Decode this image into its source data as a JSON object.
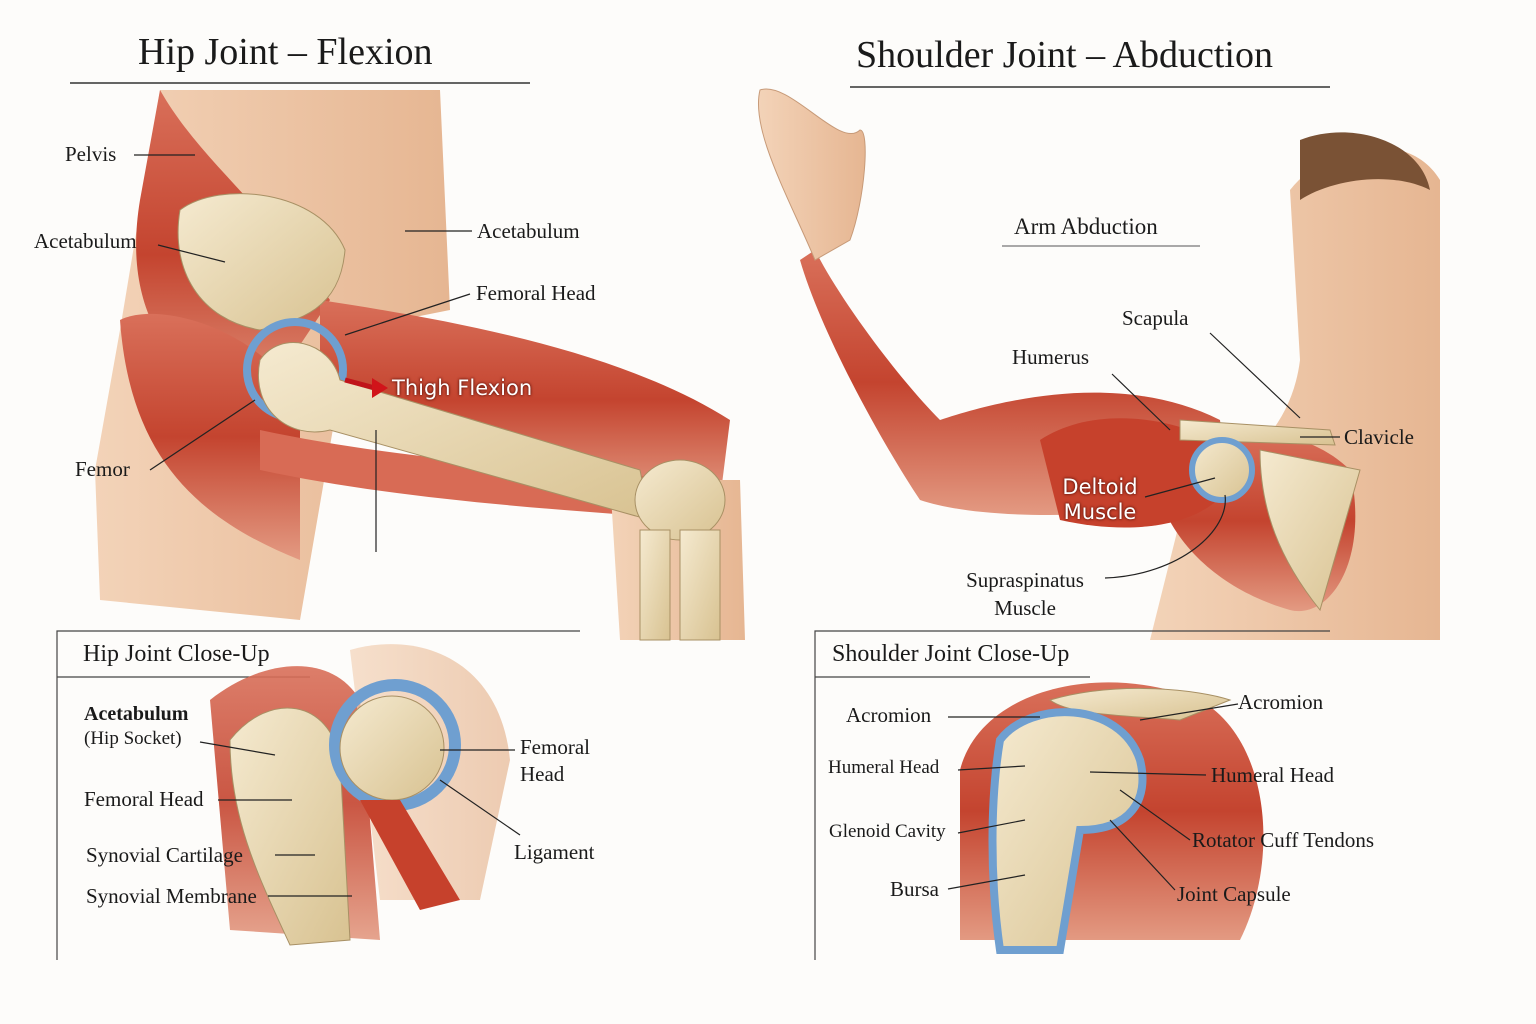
{
  "hip": {
    "title": "Hip Joint – Flexion",
    "labels": {
      "pelvis": "Pelvis",
      "acetabulum_left": "Acetabulum",
      "acetabulum_right": "Acetabulum",
      "femoral_head": "Femoral Head",
      "thigh_flexion": "Thigh Flexion",
      "femur": "Femor"
    },
    "closeup": {
      "title": "Hip Joint Close-Up",
      "acetabulum": "Acetabulum",
      "hip_socket": "(Hip Socket)",
      "femoral_head_left": "Femoral Head",
      "synovial_cartilage": "Synovial Cartilage",
      "synovial_membrane": "Synovial Membrane",
      "femoral_head_right_1": "Femoral",
      "femoral_head_right_2": "Head",
      "ligament": "Ligament"
    }
  },
  "shoulder": {
    "title": "Shoulder Joint – Abduction",
    "labels": {
      "arm_abduction": "Arm Abduction",
      "scapula": "Scapula",
      "humerus": "Humerus",
      "clavicle": "Clavicle",
      "deltoid_1": "Deltoid",
      "deltoid_2": "Muscle",
      "supraspinatus_1": "Supraspinatus",
      "supraspinatus_2": "Muscle"
    },
    "closeup": {
      "title": "Shoulder Joint Close-Up",
      "acromion_left": "Acromion",
      "acromion_right": "Acromion",
      "humeral_head_left": "Humeral Head",
      "humeral_head_right": "Humeral Head",
      "glenoid_cavity": "Glenoid Cavity",
      "rotator_cuff": "Rotator Cuff Tendons",
      "bursa": "Bursa",
      "joint_capsule": "Joint Capsule"
    }
  },
  "colors": {
    "muscle": "#c9503a",
    "bone": "#ecdcb8",
    "cartilage": "#6f9fd0",
    "skin": "#f0c9a8"
  }
}
